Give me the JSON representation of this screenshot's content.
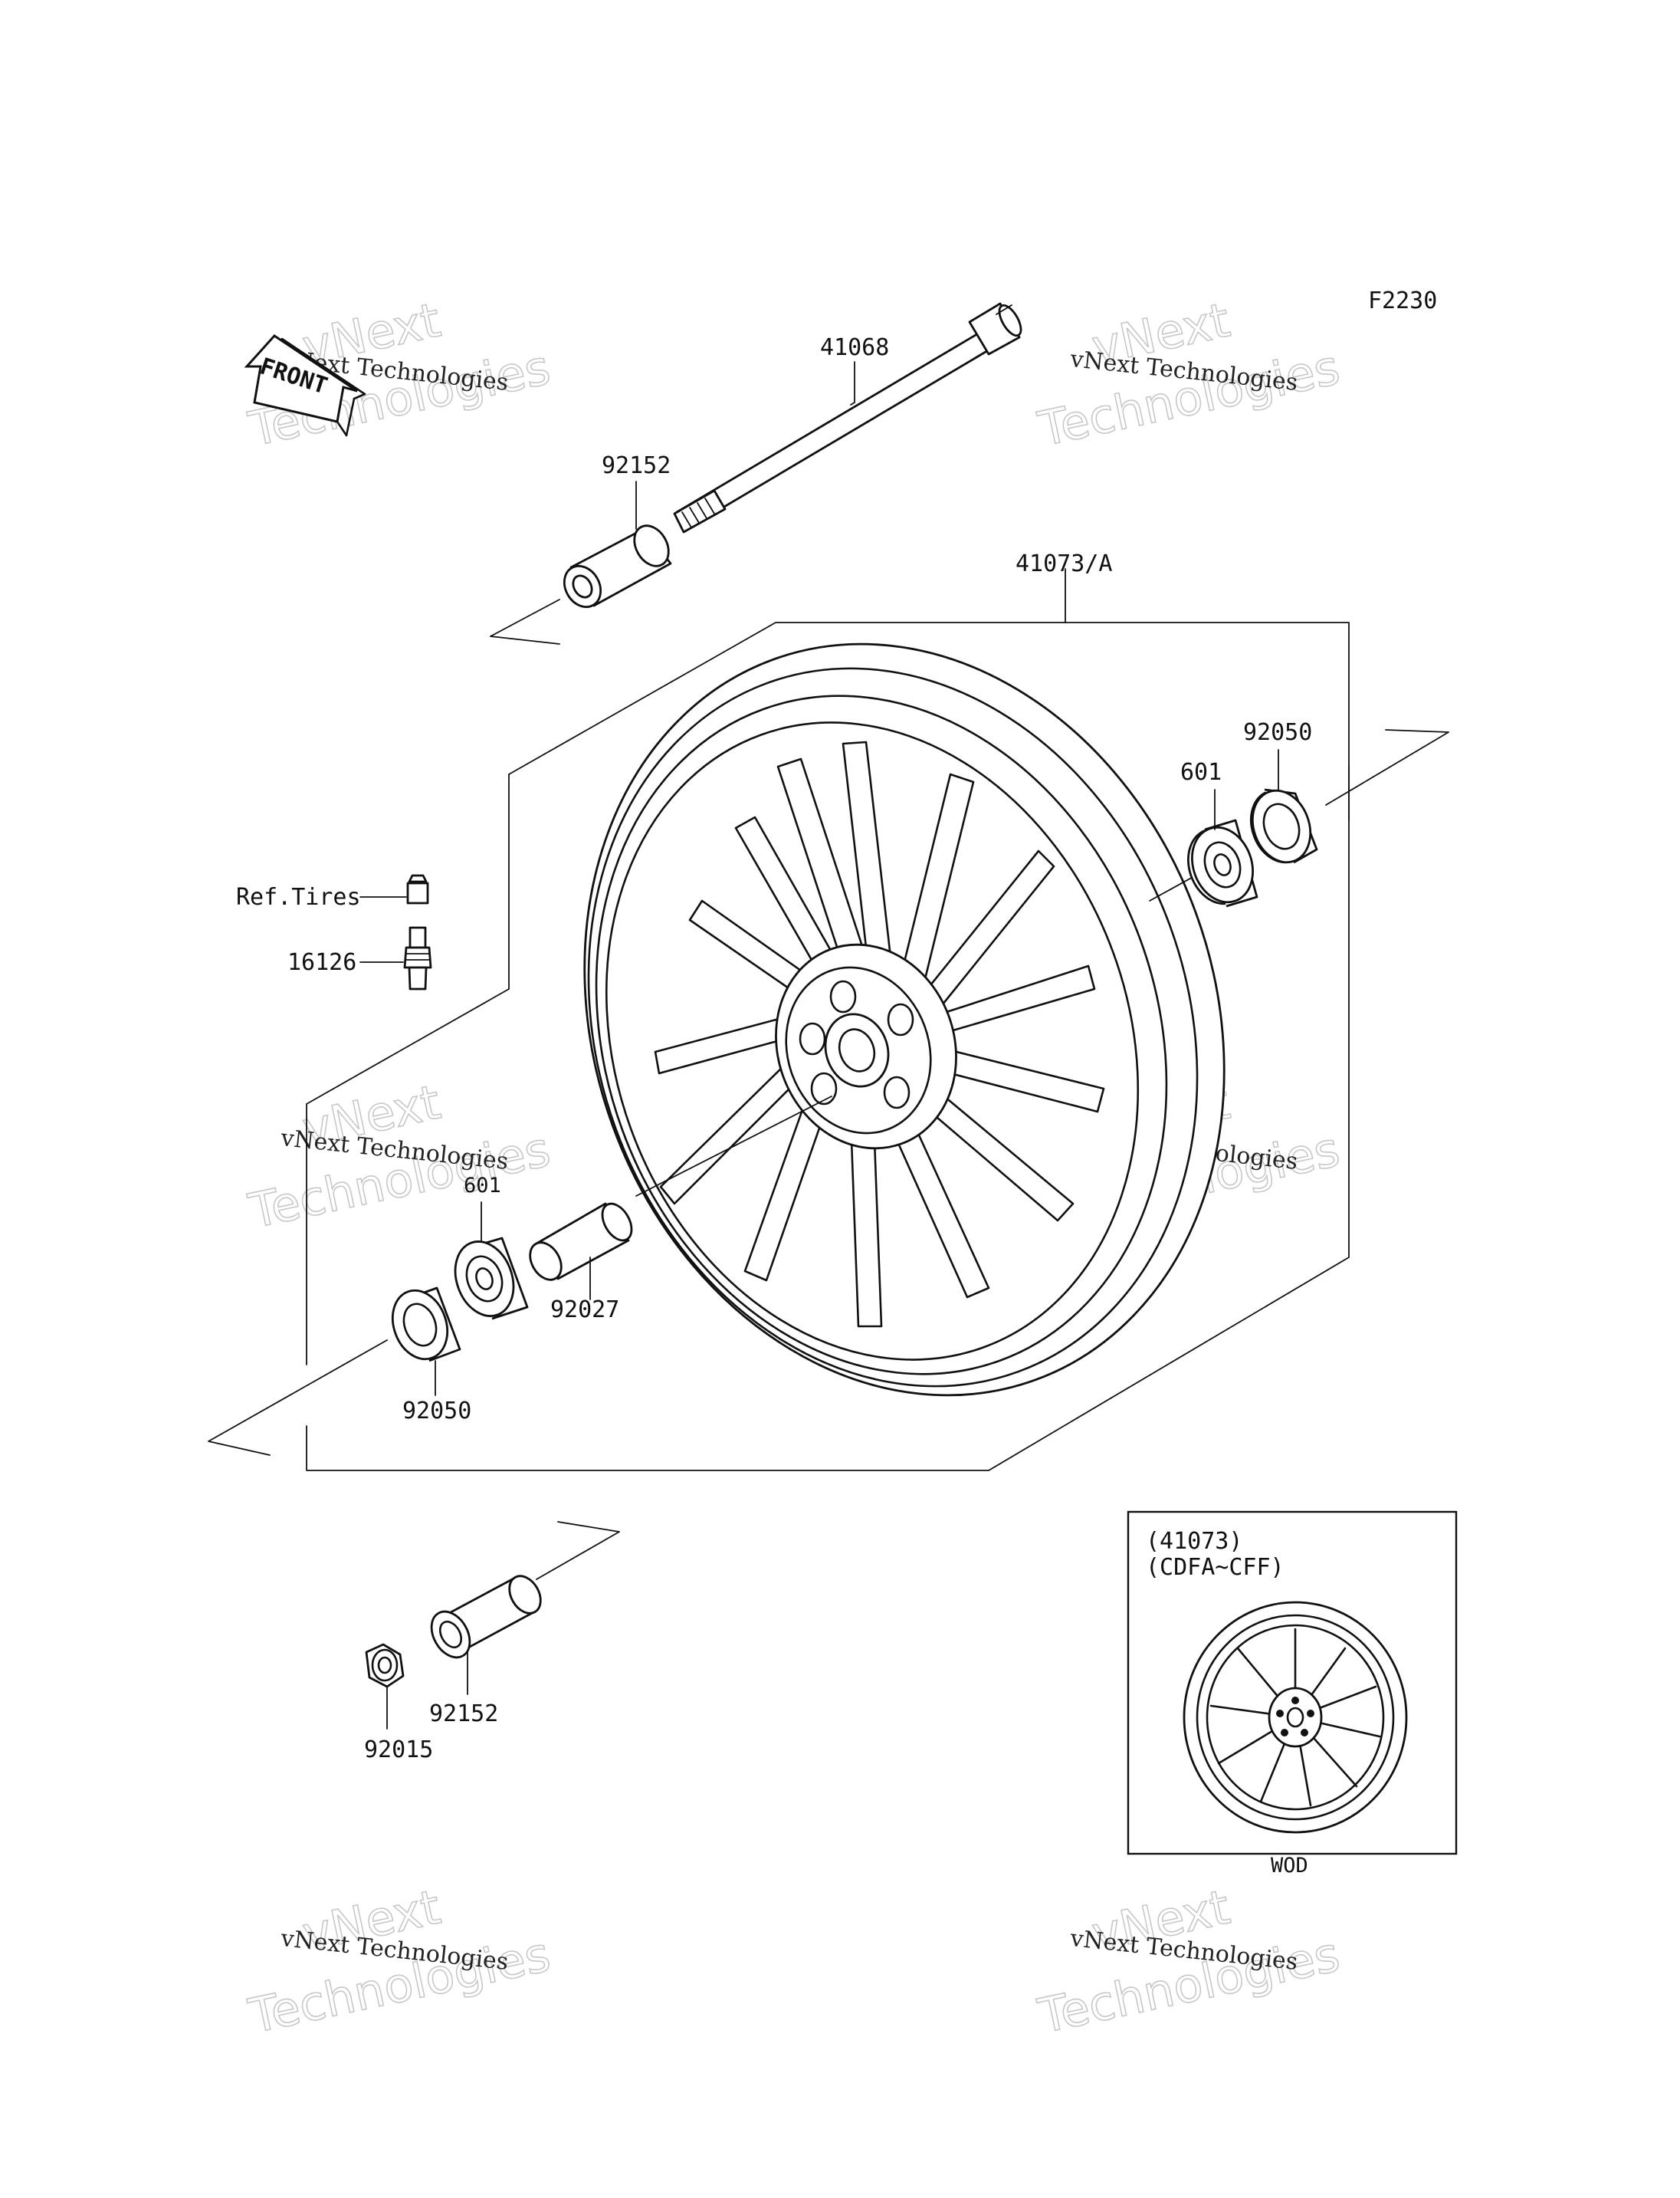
{
  "diagram_code": "F2230",
  "front_marker": "FRONT",
  "watermark": {
    "line1": "vNext Technologies",
    "line2": "vNext",
    "line3": "Technologies"
  },
  "parts": {
    "axle": "41068",
    "collar_top": "92152",
    "wheel": "41073/A",
    "oil_seal_right": "92050",
    "bearing_right": "601",
    "ref_tires": "Ref.Tires",
    "valve": "16126",
    "bearing_left": "601",
    "spacer": "92027",
    "oil_seal_left": "92050",
    "collar_bottom": "92152",
    "nut": "92015"
  },
  "inset": {
    "part": "(41073)",
    "range": "(CDFA~CFF)",
    "caption": "WOD"
  }
}
